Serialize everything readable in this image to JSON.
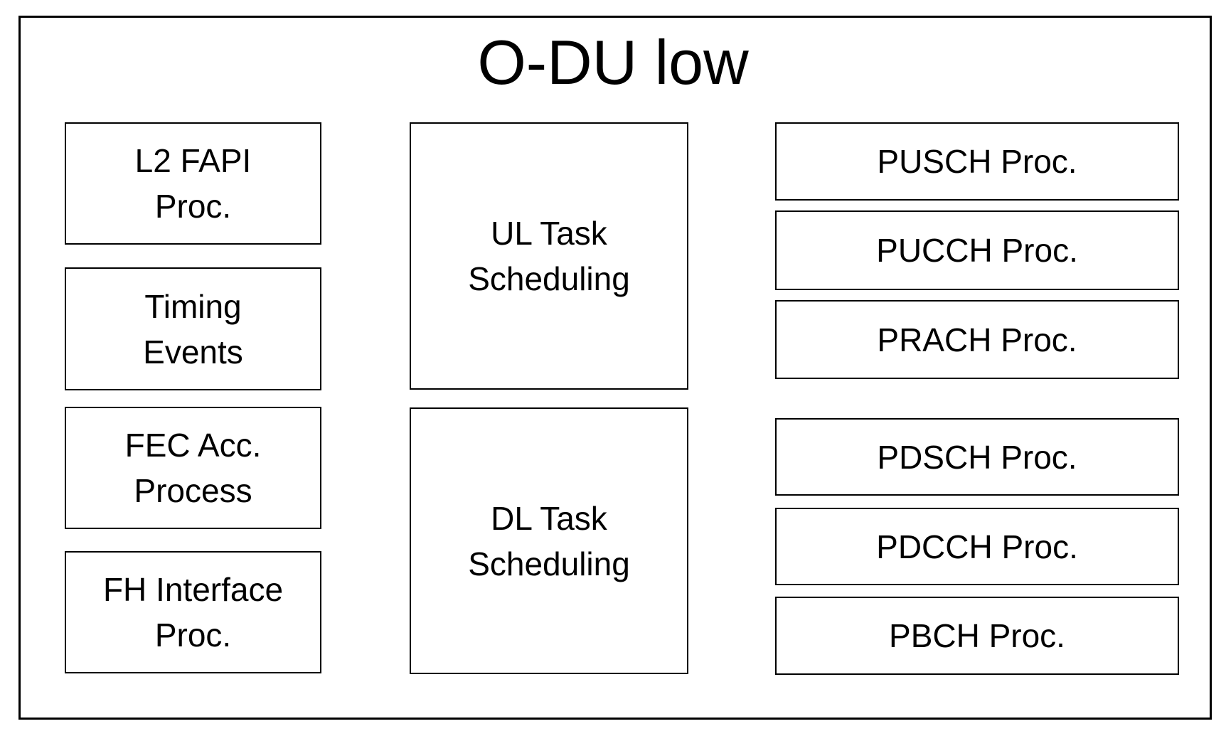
{
  "title": "O-DU low",
  "colors": {
    "frame_border": "#000000",
    "box_border": "#000000",
    "background": "#ffffff",
    "text": "#000000"
  },
  "left_column": [
    {
      "id": "l2-fapi",
      "line1": "L2 FAPI",
      "line2": "Proc."
    },
    {
      "id": "timing-events",
      "line1": "Timing",
      "line2": "Events"
    },
    {
      "id": "fec-acc",
      "line1": "FEC Acc.",
      "line2": "Process"
    },
    {
      "id": "fh-interface",
      "line1": "FH Interface",
      "line2": "Proc."
    }
  ],
  "middle_column": [
    {
      "id": "ul-task-scheduling",
      "line1": "UL Task",
      "line2": "Scheduling"
    },
    {
      "id": "dl-task-scheduling",
      "line1": "DL Task",
      "line2": "Scheduling"
    }
  ],
  "right_column": [
    {
      "id": "pusch",
      "label": "PUSCH Proc."
    },
    {
      "id": "pucch",
      "label": "PUCCH Proc."
    },
    {
      "id": "prach",
      "label": "PRACH Proc."
    },
    {
      "id": "pdsch",
      "label": "PDSCH Proc."
    },
    {
      "id": "pdcch",
      "label": "PDCCH Proc."
    },
    {
      "id": "pbch",
      "label": "PBCH Proc."
    }
  ]
}
